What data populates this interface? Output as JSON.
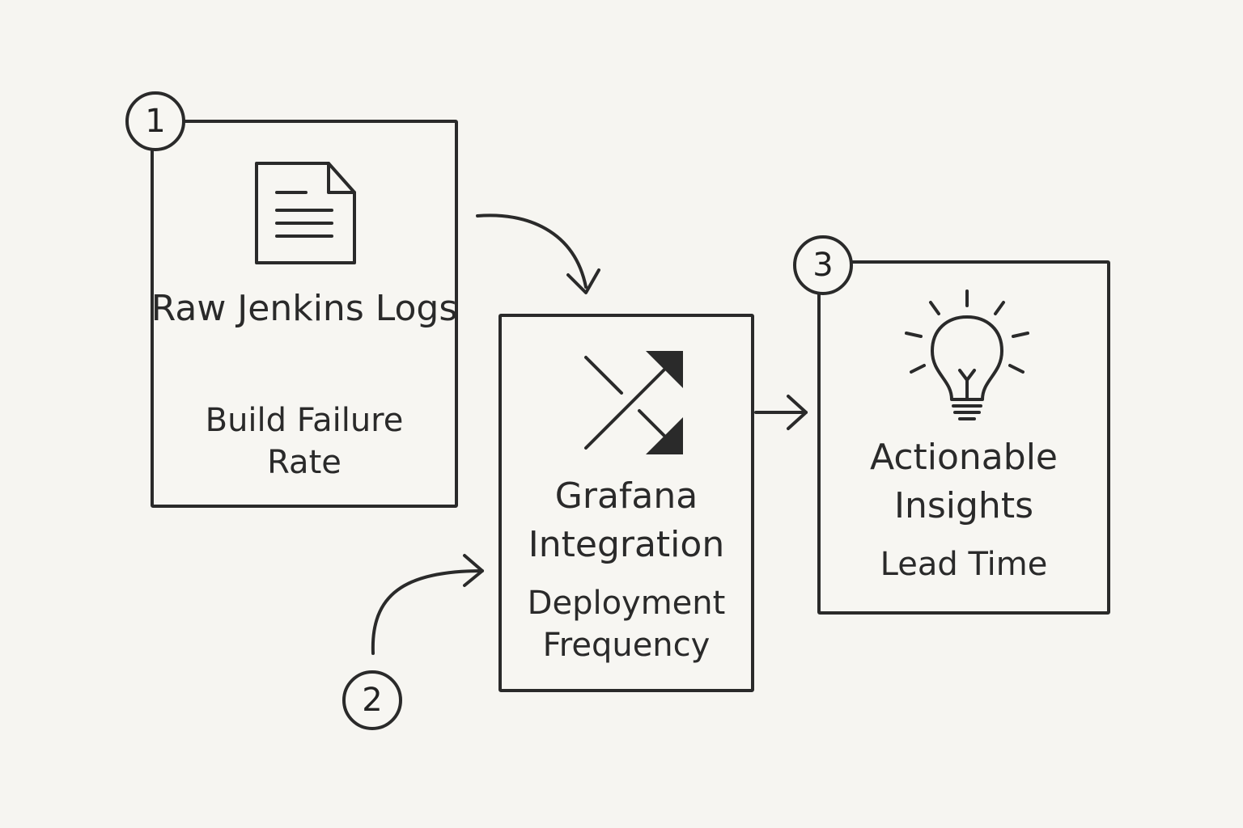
{
  "steps": [
    {
      "number": "1",
      "title": "Raw Jenkins Logs",
      "metric": "Build Failure Rate",
      "icon": "document-icon"
    },
    {
      "number": "2",
      "title": "Grafana Integration",
      "metric": "Deployment Frequency",
      "icon": "shuffle-icon"
    },
    {
      "number": "3",
      "title": "Actionable Insights",
      "metric": "Lead Time",
      "icon": "lightbulb-icon"
    }
  ],
  "colors": {
    "ink": "#2a2a2a",
    "background": "#f6f5f1"
  }
}
